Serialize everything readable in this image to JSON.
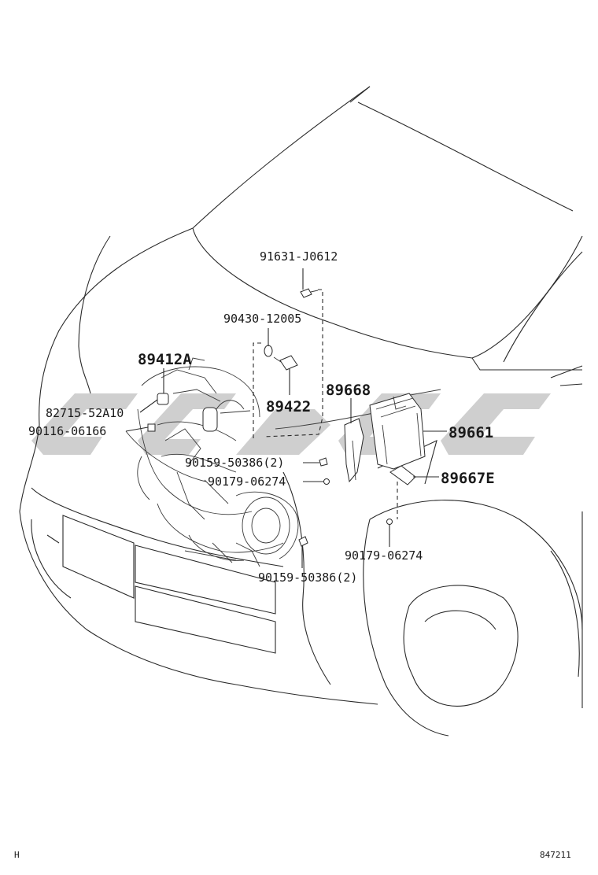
{
  "diagram": {
    "part_labels": {
      "p91631": "91631-J0612",
      "p90430": "90430-12005",
      "p89412A": "89412A",
      "p89422": "89422",
      "p89668": "89668",
      "p82715": "82715-52A10",
      "p90116": "90116-06166",
      "p89661": "89661",
      "p90159a": "90159-50386(2)",
      "p90179a": "90179-06274",
      "p89667E": "89667E",
      "p90179b": "90179-06274",
      "p90159b": "90159-50386(2)"
    },
    "footer": {
      "left_code": "H",
      "right_code": "847211"
    },
    "colors": {
      "line": "#2a2a2a",
      "watermark": "#a8a8a8"
    }
  }
}
